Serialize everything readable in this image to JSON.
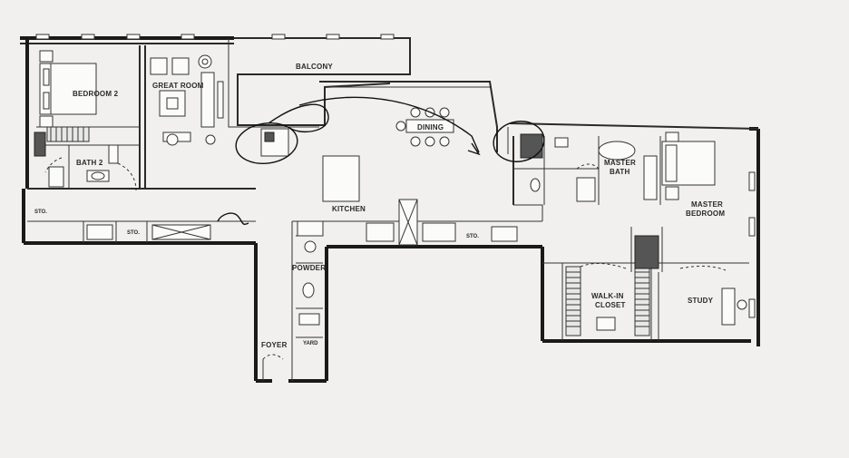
{
  "rooms": {
    "balcony": "BALCONY",
    "bedroom2": "BEDROOM 2",
    "great_room": "GREAT ROOM",
    "dining": "DINING",
    "bath2": "BATH 2",
    "master_bath_line1": "MASTER",
    "master_bath_line2": "BATH",
    "master_bedroom_line1": "MASTER",
    "master_bedroom_line2": "BEDROOM",
    "kitchen": "KITCHEN",
    "sto_left_upper": "STO.",
    "sto_left_lower": "STO.",
    "sto_right": "STO.",
    "powder": "POWDER",
    "walk_in_line1": "WALK-IN",
    "walk_in_line2": "CLOSET",
    "study": "STUDY",
    "foyer": "FOYER",
    "yard": "YARD"
  }
}
